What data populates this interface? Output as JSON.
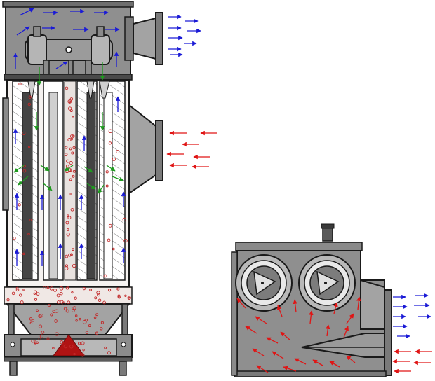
{
  "diagram": {
    "views": [
      {
        "name": "side-elevation",
        "components": [
          "clean-air-plenum",
          "pulse-jet-header",
          "filter-cartridges",
          "dirty-air-inlet",
          "clean-air-outlet",
          "hopper",
          "discharge-valve"
        ]
      },
      {
        "name": "top-view",
        "components": [
          "cartridge-openings",
          "dirty-air-inlet",
          "clean-air-outlet",
          "baffle"
        ]
      }
    ],
    "colors": {
      "housing": "#8f8f8f",
      "housing_dark": "#5a5a5a",
      "outline": "#1a1a1a",
      "clean_air_arrow": "#1a1ad6",
      "dirty_air_arrow": "#e01515",
      "pulse_arrow": "#1f9a1f",
      "dust_particle": "#c22a2a",
      "discharge_marker": "#b01313",
      "cartridge_fill": "#ffffff",
      "filter_media": "#e8e2df"
    },
    "flows": {
      "clean_air": "blue",
      "dirty_air": "red",
      "pulse_cleaning": "green"
    }
  }
}
